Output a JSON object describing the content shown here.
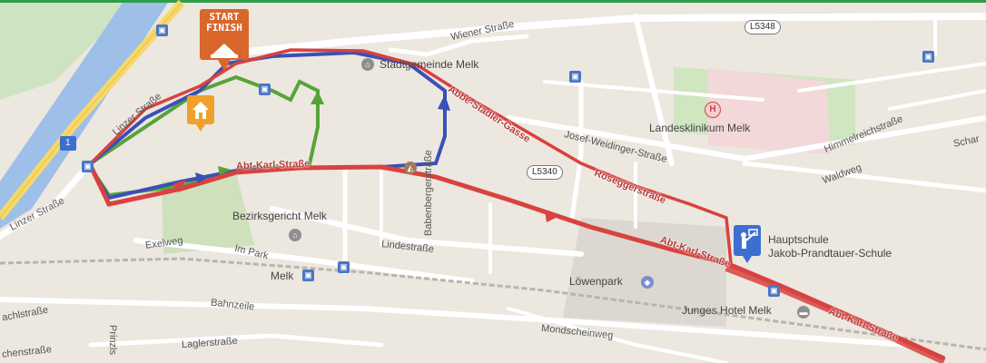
{
  "start_marker": {
    "line1": "START",
    "line2": "FINISH",
    "icon": "start-finish-flag-icon",
    "color": "#d9662b"
  },
  "house_marker": {
    "icon": "house-icon",
    "color": "#f0a12b"
  },
  "school_marker": {
    "icon": "school-icon",
    "color": "#3c6fd1"
  },
  "route_colors": {
    "red": "#d8423f",
    "blue": "#3a4fb8",
    "green": "#57a33a"
  },
  "road_badges": {
    "l5348": "L5348",
    "l5340": "L5340",
    "one": "1"
  },
  "streets": {
    "wiener": "Wiener Straße",
    "linzer_top": "Linzer Straße",
    "linzer_bottom": "Linzer Straße",
    "abt_karl_1": "Abt-Karl-Straße",
    "abt_karl_2": "Abt-Karl-Straße",
    "abt_karl_3": "Abt-Karl-Straße",
    "abbe_stadler": "Abbé-Stadler-Gasse",
    "josef": "Josef-Weidinger-Straße",
    "rosegger": "Roseggerstraße",
    "babenberger": "Babenbergerstraße",
    "lindestrasse": "Lindestraße",
    "im_park": "Im Park",
    "exelweg": "Exelweg",
    "bahnzeile": "Bahnzeile",
    "laglerstrasse": "Laglerstraße",
    "mondscheinweg": "Mondscheinweg",
    "himmelreich": "Himmelreichstraße",
    "waldweg": "Waldweg",
    "schar": "Schar",
    "achlstrasse": "achlstraße",
    "chenstrasse": "chenstraße",
    "prinz": "Prinzls"
  },
  "pois": {
    "stadtgemeinde": "Stadtgemeinde Melk",
    "landesklinikum": "Landesklinikum Melk",
    "bezirksgericht": "Bezirksgericht Melk",
    "melk_station": "Melk",
    "loewenpark": "Löwenpark",
    "junges_hotel": "Junges Hotel Melk",
    "hauptschule_1": "Hauptschule",
    "hauptschule_2": "Jakob-Prandtauer-Schule"
  },
  "hospital_symbol": "H"
}
